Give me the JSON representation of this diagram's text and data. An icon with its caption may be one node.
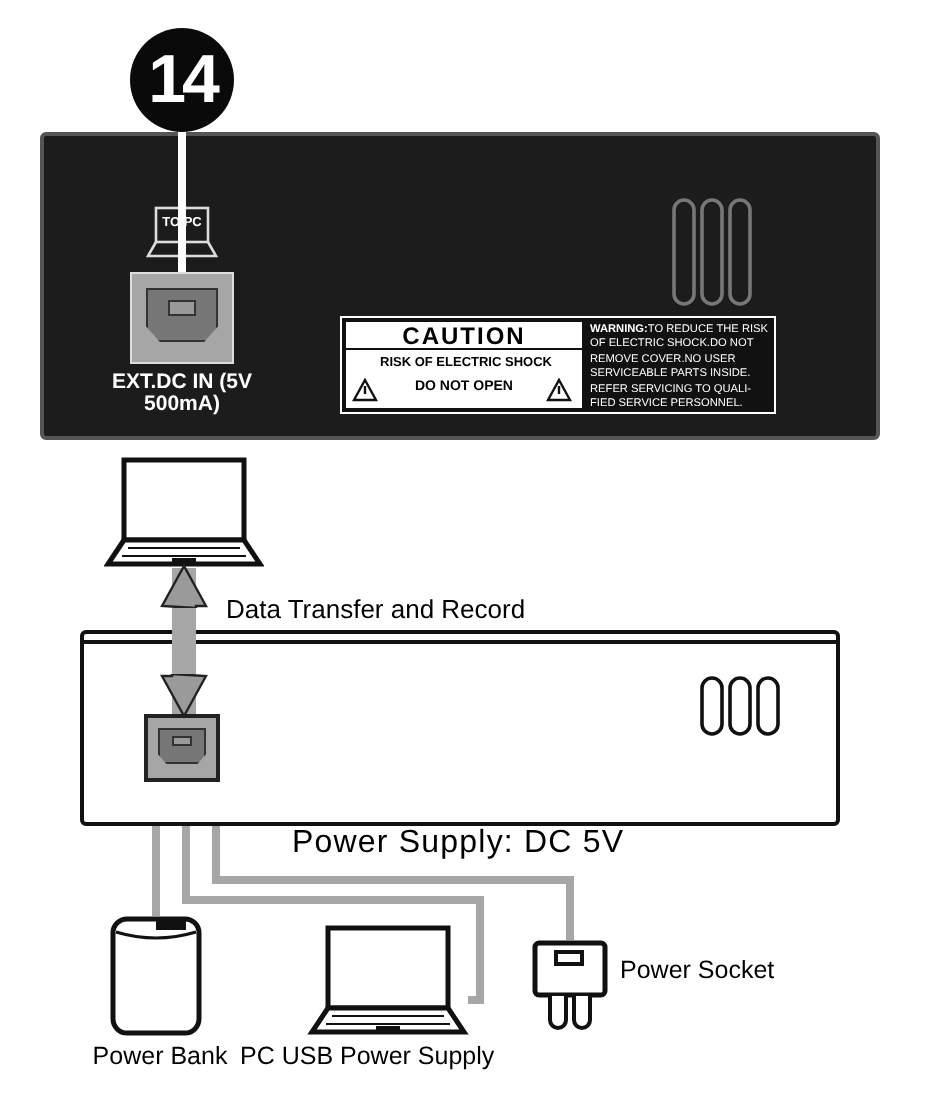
{
  "diagram": {
    "nodes": [
      {
        "text": [
          "14"
        ]
      },
      {
        "text": [],
        "shape": "box"
      },
      {
        "text": [],
        "shape": "box",
        "in": 1,
        "beside": [
          "EXT.DC IN (5V 500mA)"
        ]
      },
      {
        "text": [
          "CAUTION",
          "RISK OF ELECTRIC SHOCK",
          "DO NOT OPEN",
          "**WARNING:**TO REDUCE THE RISK OF ELECTRIC SHOCK.DO NOT REMOVE COVER.NO USER SERVICEABLE PARTS INSIDE. REFER SERVICING TO QUALI- FIED SERVICE PERSONNEL."
        ],
        "in": 1
      },
      {
        "text": [],
        "shape": "laptop"
      },
      {
        "text": [],
        "shape": "box"
      },
      {
        "text": [],
        "shape": "box",
        "in": 5
      },
      {
        "text": [
          "Power Bank"
        ]
      },
      {
        "text": [
          "PC USB Power Supply"
        ]
      },
      {
        "text": [
          "Power Socket"
        ]
      }
    ],
    "edges": [
      {
        "from": 0,
        "to": 2,
        "arrow": "none"
      },
      {
        "from": 4,
        "to": 6,
        "arrow": "both",
        "label": "Data Transfer and Record",
        "style": "thick"
      },
      {
        "from": 5,
        "to": 7,
        "arrow": "none"
      },
      {
        "from": 5,
        "to": 8,
        "arrow": "none"
      },
      {
        "from": 5,
        "to": 9,
        "arrow": "none"
      }
    ],
    "labels": [
      "TO PC",
      "Power Supply: DC 5V"
    ]
  }
}
